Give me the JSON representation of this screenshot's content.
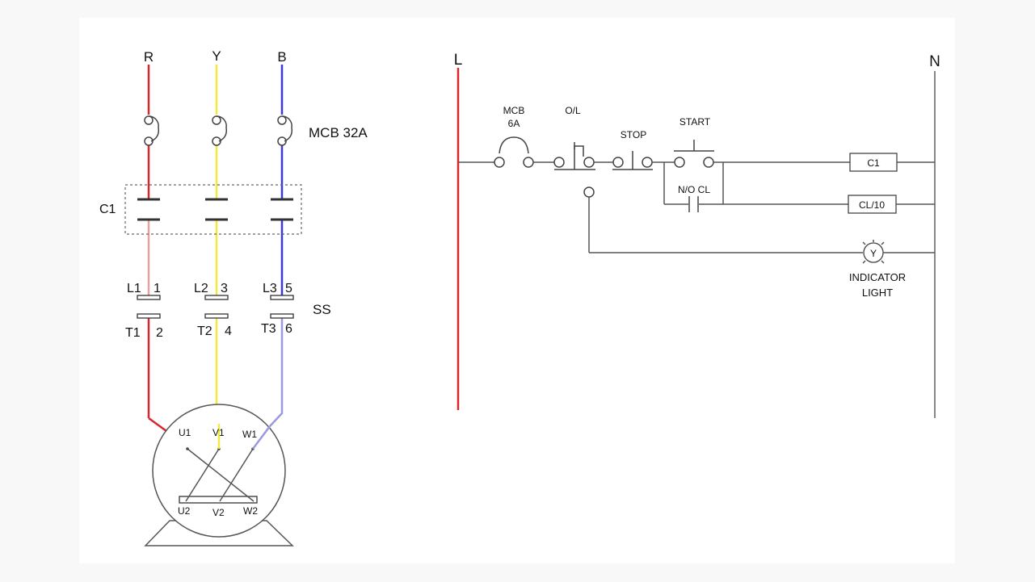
{
  "colors": {
    "phase_r": "#d9262a",
    "phase_y": "#f2ea3a",
    "phase_b": "#3c3cc9",
    "phase_b_light": "#9a9ae0",
    "phase_r_light": "#eaa0a0",
    "line_l": "#d9262a",
    "neutral_n": "#888888"
  },
  "power": {
    "phase_r": "R",
    "phase_y": "Y",
    "phase_b": "B",
    "mcb": "MCB 32A",
    "contactor": "C1",
    "ss": "SS",
    "terminals_top": [
      "L1",
      "1",
      "L2",
      "3",
      "L3",
      "5"
    ],
    "terminals_bottom": [
      "T1",
      "2",
      "T2",
      "4",
      "T3",
      "6"
    ],
    "motor_top": [
      "U1",
      "V1",
      "W1"
    ],
    "motor_bottom": [
      "U2",
      "V2",
      "W2"
    ]
  },
  "control": {
    "line": "L",
    "neutral": "N",
    "mcb": [
      "MCB",
      "6A"
    ],
    "overload": "O/L",
    "stop": "STOP",
    "start": "START",
    "no_contact": "N/O CL",
    "coil_c1": "C1",
    "coil_cl10": "CL/10",
    "lamp_symbol": "Y",
    "indicator": [
      "INDICATOR",
      "LIGHT"
    ]
  }
}
